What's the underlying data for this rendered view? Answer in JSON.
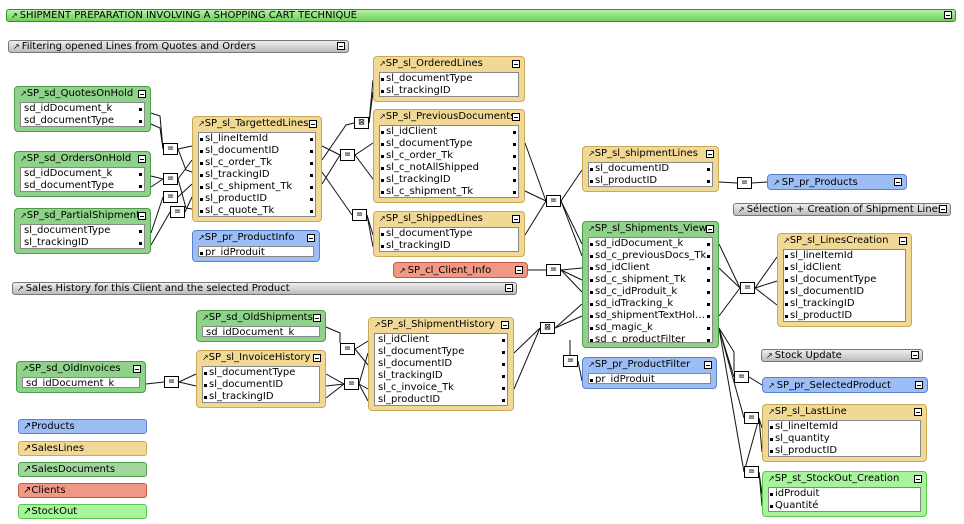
{
  "title": "SHIPMENT PREPARATION INVOLVING A SHOPPING CART TECHNIQUE",
  "sections": {
    "filtering": "Filtering opened Lines from Quotes and Orders",
    "sales_history": "Sales History for this Client and the selected Product",
    "selection": "Sélection + Creation of Shipment Lines",
    "stock_update": "Stock Update"
  },
  "tables": {
    "quotes_on_hold": {
      "name": "SP_sd_QuotesOnHold",
      "fields": [
        "sd_idDocument_k",
        "sd_documentType"
      ]
    },
    "orders_on_hold": {
      "name": "SP_sd_OrdersOnHold",
      "fields": [
        "sd_idDocument_k",
        "sd_documentType"
      ]
    },
    "partial_shipments": {
      "name": "SP_sd_PartialShipments",
      "fields": [
        "sl_documentType",
        "sl_trackingID"
      ]
    },
    "targetted_lines": {
      "name": "SP_sl_TargettedLines",
      "fields": [
        "sl_lineItemId",
        "sl_documentID",
        "sl_c_order_Tk",
        "sl_trackingID",
        "sl_c_shipment_Tk",
        "sl_productID",
        "sl_c_quote_Tk"
      ]
    },
    "product_info": {
      "name": "SP_pr_ProductInfo",
      "fields": [
        "pr_idProduit"
      ]
    },
    "ordered_lines": {
      "name": "SP_sl_OrderedLines",
      "fields": [
        "sl_documentType",
        "sl_trackingID"
      ]
    },
    "previous_documents": {
      "name": "SP_sl_PreviousDocuments",
      "fields": [
        "sl_idClient",
        "sl_documentType",
        "sl_c_order_Tk",
        "sl_c_notAllShipped",
        "sl_trackingID",
        "sl_c_shipment_Tk"
      ]
    },
    "shipped_lines": {
      "name": "SP_sl_ShippedLines",
      "fields": [
        "sl_documentType",
        "sl_trackingID"
      ]
    },
    "shipment_lines": {
      "name": "SP_sl_shipmentLines",
      "fields": [
        "sl_documentID",
        "sl_productID"
      ]
    },
    "shipments_view": {
      "name": "SP_sl_Shipments_View",
      "fields": [
        "sd_idDocument_k",
        "sd_c_previousDocs_Tk",
        "sd_idClient",
        "sd_c_shipment_Tk",
        "sd_c_idProduit_k",
        "sd_idTracking_k",
        "sd_shipmentTextHol…",
        "sd_magic_k",
        "sd_c_productFilter"
      ]
    },
    "client_info": {
      "name": "SP_cl_Client_Info",
      "fields": []
    },
    "pr_products": {
      "name": "SP_pr_Products",
      "fields": []
    },
    "lines_creation": {
      "name": "SP_sl_LinesCreation",
      "fields": [
        "sl_lineItemId",
        "sl_idClient",
        "sl_documentType",
        "sl_documentID",
        "sl_trackingID",
        "sl_productID"
      ]
    },
    "old_shipments": {
      "name": "SP_sd_OldShipments",
      "fields": [
        "sd_idDocument_k"
      ]
    },
    "shipment_history": {
      "name": "SP_sl_ShipmentHistory",
      "fields": [
        "sl_idClient",
        "sl_documentType",
        "sl_documentID",
        "sl_trackingID",
        "sl_c_invoice_Tk",
        "sl_productID"
      ]
    },
    "old_invoices": {
      "name": "SP_sd_OldInvoices",
      "fields": [
        "sd_idDocument_k"
      ]
    },
    "invoice_history": {
      "name": "SP_sl_InvoiceHistory",
      "fields": [
        "sl_documentType",
        "sl_documentID",
        "sl_trackingID"
      ]
    },
    "product_filter": {
      "name": "SP_pr_ProductFilter",
      "fields": [
        "pr_idProduit"
      ]
    },
    "selected_product": {
      "name": "SP_pr_SelectedProduct",
      "fields": []
    },
    "last_line": {
      "name": "SP_sl_LastLine",
      "fields": [
        "sl_lineItemId",
        "sl_quantity",
        "sl_productID"
      ]
    },
    "stockout_creation": {
      "name": "SP_st_StockOut_Creation",
      "fields": [
        "idProduit",
        "Quantité"
      ]
    }
  },
  "legend": [
    "Products",
    "SalesLines",
    "SalesDocuments",
    "Clients",
    "StockOut"
  ],
  "operators": {
    "equal": "=",
    "cartesian": "⊠"
  },
  "colors": {
    "salesdocuments": "#8fd28a",
    "saleslines": "#f1d995",
    "products": "#9dbdf5",
    "clients": "#f09885",
    "stockout": "#a6f59a",
    "banner": "#7ed36a",
    "section": "#d4d4d4"
  }
}
